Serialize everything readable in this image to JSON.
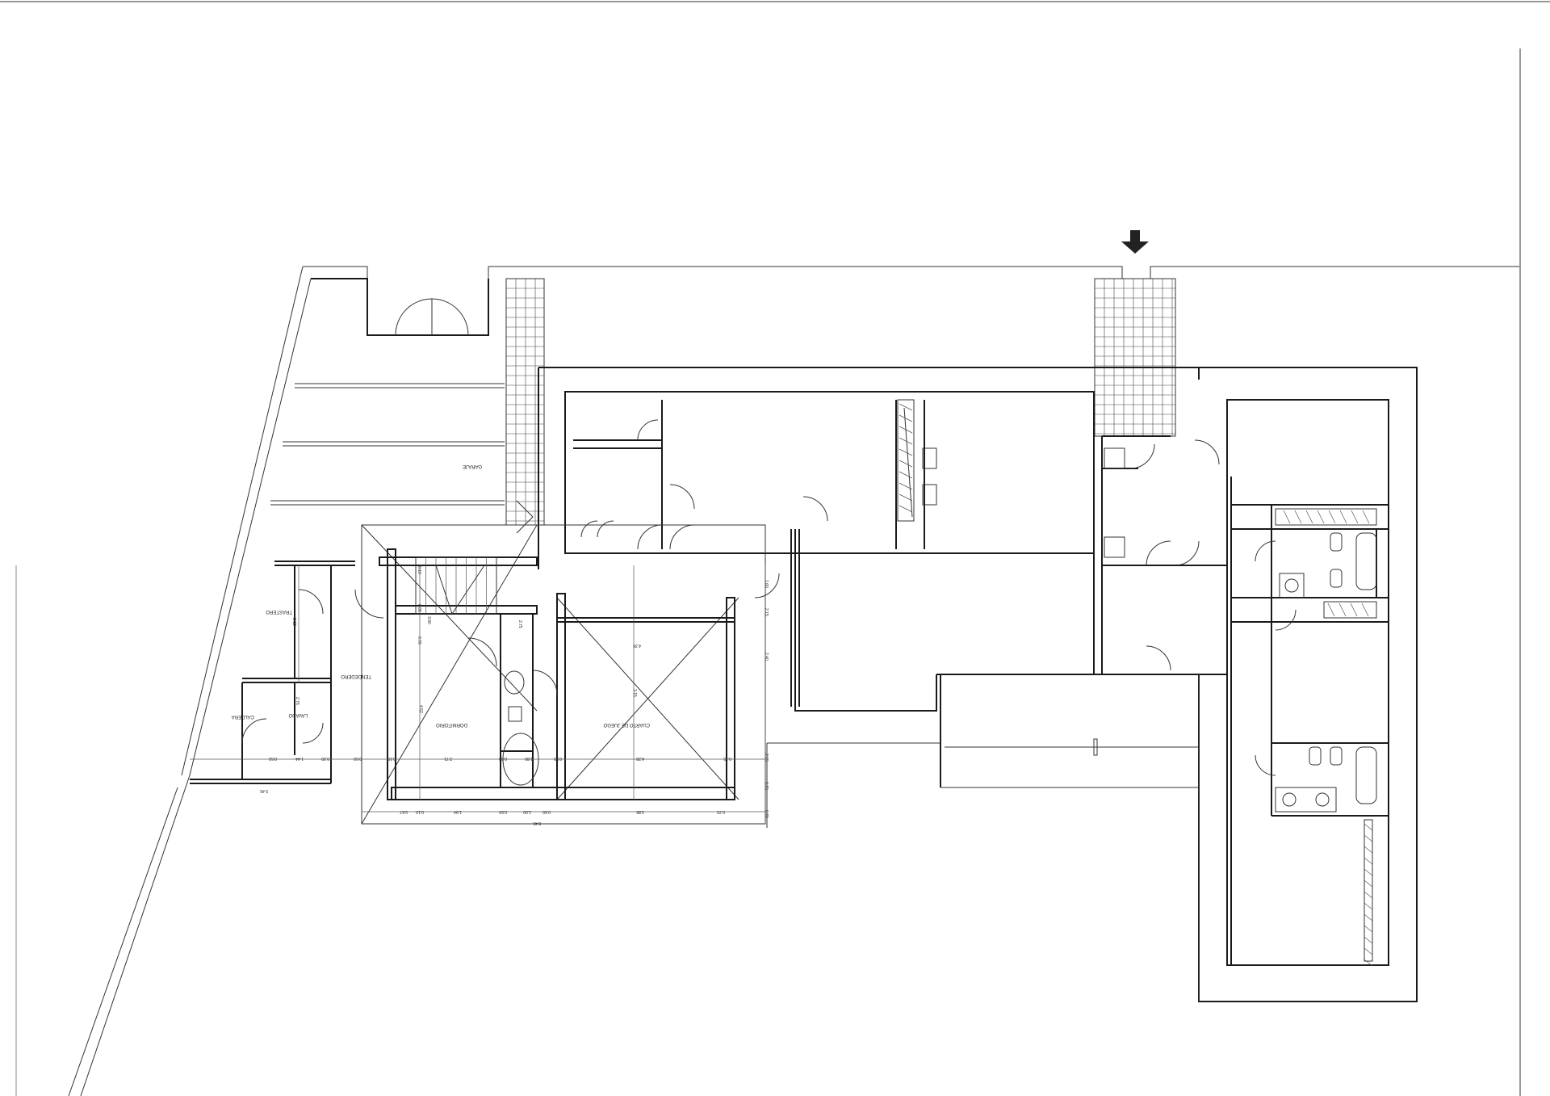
{
  "drawing": {
    "rooms": {
      "garaje": "GARAJE",
      "trastero": "TRASTERO",
      "tendedero": "TENDEDERO",
      "caldera": "CALDERA",
      "lavado": "LAVADO",
      "dormitorio": "DORMITORIO",
      "cuarto_juego": "CUARTO DE JUEGO"
    },
    "dimensions": {
      "total": "8.45",
      "bottom_row": [
        "0.57",
        "0.10",
        "1.94",
        "0.50",
        "1.00",
        "0.50",
        "3.85",
        "0.70"
      ],
      "left_block": [
        "5.45",
        "0.50",
        "1.44",
        "0.30",
        "0.50"
      ],
      "mid_row": [
        "0.15",
        "2.71",
        "0.80",
        "1.80",
        "0.50",
        "4.28",
        "0.15"
      ],
      "vertical": [
        "2.12",
        "2.76",
        "4.52",
        "3.15",
        "0.15",
        "2.15",
        "0.70",
        "1.60",
        "2.15",
        "2.75",
        "2.40"
      ],
      "stair": [
        "0.10",
        "0.05",
        "0.70",
        "3.80"
      ],
      "top_room": "4.35"
    }
  }
}
